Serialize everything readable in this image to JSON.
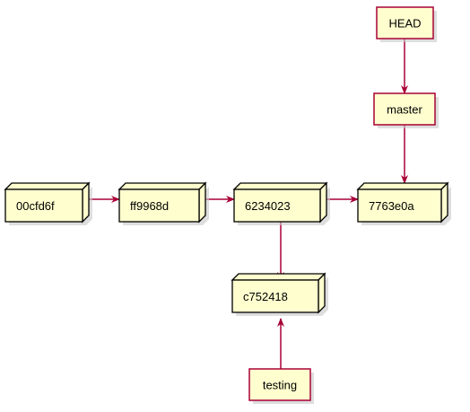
{
  "colors": {
    "node_fill": "#FEFECE",
    "node_stroke": "#000000",
    "ref_stroke": "#A80036",
    "arrow": "#A80036",
    "shadow": "#C8C8C8"
  },
  "commits": [
    {
      "id": "c1",
      "label": "00cfd6f"
    },
    {
      "id": "c2",
      "label": "ff9968d"
    },
    {
      "id": "c3",
      "label": "6234023"
    },
    {
      "id": "c4",
      "label": "7763e0a"
    },
    {
      "id": "c5",
      "label": "c752418"
    }
  ],
  "refs": [
    {
      "id": "head",
      "label": "HEAD"
    },
    {
      "id": "master",
      "label": "master"
    },
    {
      "id": "testing",
      "label": "testing"
    }
  ],
  "edges": [
    {
      "from": "c1",
      "to": "c2"
    },
    {
      "from": "c2",
      "to": "c3"
    },
    {
      "from": "c3",
      "to": "c4"
    },
    {
      "from": "c3",
      "to": "c5"
    },
    {
      "from": "head",
      "to": "master"
    },
    {
      "from": "master",
      "to": "c4"
    },
    {
      "from": "testing",
      "to": "c5"
    }
  ]
}
